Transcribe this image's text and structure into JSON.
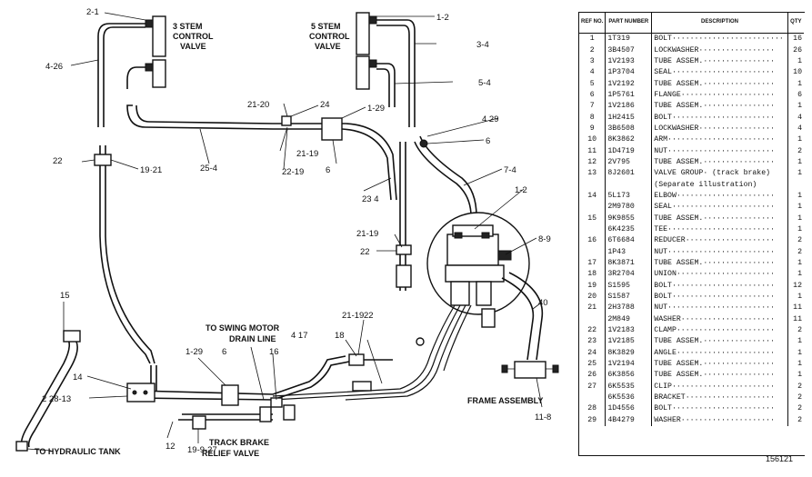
{
  "diagram": {
    "labels": {
      "l_2_1": "2-1",
      "l_1_2a": "1-2",
      "l_3_4": "3-4",
      "l_4_26": "4-26",
      "l_5_4": "5-4",
      "l_21_20": "21-20",
      "l_24": "24",
      "l_1_29a": "1-29",
      "l_4_29": "4 29",
      "l_6a": "6",
      "l_21_19a": "21-19",
      "l_22_19": "22-19",
      "l_6b": "6",
      "l_22a": "22",
      "l_19_21": "19·21",
      "l_25_4": "25-4",
      "l_23_4": "23 4",
      "l_7_4": "7-4",
      "l_1_2b": "1-2",
      "l_21_19b": "21-19",
      "l_22b": "22",
      "l_8_9": "8-9",
      "l_40": "40",
      "l_15": "15",
      "l_4_17": "4 17",
      "l_18": "18",
      "l_21_19c": "21-19",
      "l_22c": "22",
      "l_1_29b": "1-29",
      "l_6c": "6",
      "l_16": "16",
      "l_14": "14",
      "l_2_28_13": "2 28-13",
      "l_12": "12",
      "l_19_9_27": "19-9-27",
      "l_11_8": "11-8"
    },
    "valve3": [
      "3 STEM",
      "CONTROL",
      "VALVE"
    ],
    "valve5": [
      "5 STEM",
      "CONTROL",
      "VALVE"
    ],
    "swing_motor": [
      "TO SWING MOTOR",
      "DRAIN LINE"
    ],
    "track_brake": [
      "TRACK BRAKE",
      "RELIEF VALVE"
    ],
    "hydraulic_tank": "TO HYDRAULIC TANK",
    "frame_assembly": "FRAME ASSEMBLY"
  },
  "table": {
    "headers": {
      "ref": "REF NO.",
      "part": "PART NUMBER",
      "desc": "DESCRIPTION",
      "qty": "QTY"
    },
    "rows": [
      {
        "ref": "1",
        "pn": "1T319",
        "desc": "BOLT·························",
        "qty": "16"
      },
      {
        "ref": "2",
        "pn": "3B4507",
        "desc": "LOCKWASHER·················",
        "qty": "26"
      },
      {
        "ref": "3",
        "pn": "1V2193",
        "desc": "TUBE ASSEM.················",
        "qty": "1"
      },
      {
        "ref": "4",
        "pn": "1P3704",
        "desc": "SEAL·······················",
        "qty": "10"
      },
      {
        "ref": "5",
        "pn": "1V2192",
        "desc": "TUBE ASSEM.················",
        "qty": "1"
      },
      {
        "ref": "6",
        "pn": "1P5761",
        "desc": "FLANGE·····················",
        "qty": "6"
      },
      {
        "ref": "7",
        "pn": "1V2186",
        "desc": "TUBE ASSEM.················",
        "qty": "1"
      },
      {
        "ref": "8",
        "pn": "1H2415",
        "desc": "BOLT·······················",
        "qty": "4"
      },
      {
        "ref": "9",
        "pn": "3B6508",
        "desc": "LOCKWASHER·················",
        "qty": "4"
      },
      {
        "ref": "10",
        "pn": "8K3862",
        "desc": "ARM························",
        "qty": "1"
      },
      {
        "ref": "11",
        "pn": "1D4719",
        "desc": "NUT························",
        "qty": "2"
      },
      {
        "ref": "12",
        "pn": "2V795",
        "desc": "TUBE ASSEM.················",
        "qty": "1"
      },
      {
        "ref": "13",
        "pn": "8J2601",
        "desc": "VALVE GROUP· (track brake)",
        "qty": "1"
      },
      {
        "ref": "",
        "pn": "",
        "desc": "  (Separate illustration)",
        "qty": ""
      },
      {
        "ref": "14",
        "pn": "5L173",
        "desc": "ELBOW······················",
        "qty": "1"
      },
      {
        "ref": "",
        "pn": "2M9780",
        "desc": "SEAL·······················",
        "qty": "1"
      },
      {
        "ref": "15",
        "pn": "9K9855",
        "desc": "TUBE ASSEM.················",
        "qty": "1"
      },
      {
        "ref": "",
        "pn": "6K4235",
        "desc": "TEE························",
        "qty": "1"
      },
      {
        "ref": "16",
        "pn": "6T6684",
        "desc": "REDUCER····················",
        "qty": "2"
      },
      {
        "ref": "",
        "pn": "1P43",
        "desc": "NUT························",
        "qty": "2"
      },
      {
        "ref": "17",
        "pn": "8K3871",
        "desc": "TUBE ASSEM.················",
        "qty": "1"
      },
      {
        "ref": "18",
        "pn": "3R2704",
        "desc": "UNION······················",
        "qty": "1"
      },
      {
        "ref": "19",
        "pn": "S1595",
        "desc": "BOLT·······················",
        "qty": "12"
      },
      {
        "ref": "20",
        "pn": "S1587",
        "desc": "BOLT·······················",
        "qty": "1"
      },
      {
        "ref": "21",
        "pn": "2H3788",
        "desc": "NUT························",
        "qty": "11"
      },
      {
        "ref": "",
        "pn": "2M849",
        "desc": "WASHER·····················",
        "qty": "11"
      },
      {
        "ref": "22",
        "pn": "1V2183",
        "desc": "CLAMP······················",
        "qty": "2"
      },
      {
        "ref": "23",
        "pn": "1V2185",
        "desc": "TUBE ASSEM.················",
        "qty": "1"
      },
      {
        "ref": "24",
        "pn": "8K3829",
        "desc": "ANGLE······················",
        "qty": "1"
      },
      {
        "ref": "25",
        "pn": "1V2194",
        "desc": "TUBE ASSEM.················",
        "qty": "1"
      },
      {
        "ref": "26",
        "pn": "6K3856",
        "desc": "TUBE ASSEM.················",
        "qty": "1"
      },
      {
        "ref": "27",
        "pn": "6K5535",
        "desc": "CLIP·······················",
        "qty": "2"
      },
      {
        "ref": "",
        "pn": "6K5536",
        "desc": "BRACKET····················",
        "qty": "2"
      },
      {
        "ref": "28",
        "pn": "1D4556",
        "desc": "BOLT·······················",
        "qty": "2"
      },
      {
        "ref": "29",
        "pn": "4B4279",
        "desc": "WASHER·····················",
        "qty": "2"
      }
    ]
  },
  "figure_id": "156121"
}
